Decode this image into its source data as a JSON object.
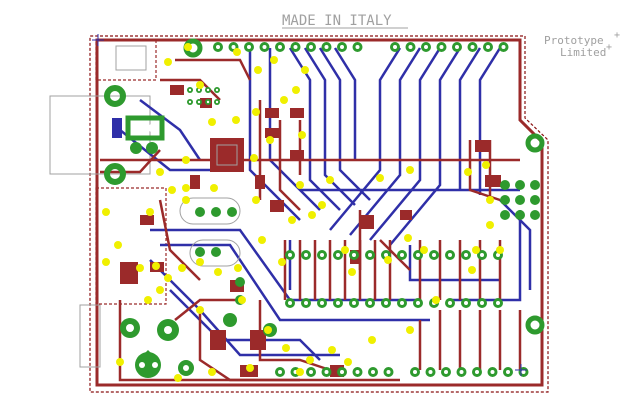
{
  "board": {
    "top_label": "MADE IN ITALY",
    "company_line1": "Prototype",
    "company_line2": "Limited",
    "plus_marks": [
      "+",
      "+"
    ]
  },
  "colors": {
    "board_outline": "#8a1010",
    "top_copper": "#9b2a2a",
    "bottom_copper": "#2f2fa8",
    "pads": "#2e9a2e",
    "vias": "#f0f000",
    "silkscreen": "#a0a0a0",
    "background": "#ffffff"
  },
  "icons": {
    "mounting_hole": "green-ring-icon",
    "via": "yellow-dot-icon"
  }
}
